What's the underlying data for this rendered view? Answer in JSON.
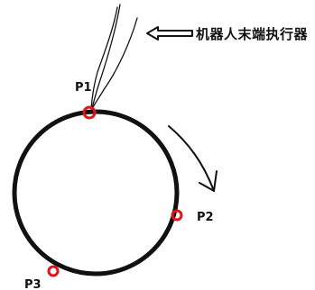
{
  "annotation": {
    "label": "机器人末端执行器"
  },
  "points": [
    {
      "id": "p1",
      "label": "P1"
    },
    {
      "id": "p2",
      "label": "P2"
    },
    {
      "id": "p3",
      "label": "P3"
    }
  ],
  "colors": {
    "stroke": "#111111",
    "point_marker": "#e0141b",
    "background": "#ffffff"
  }
}
